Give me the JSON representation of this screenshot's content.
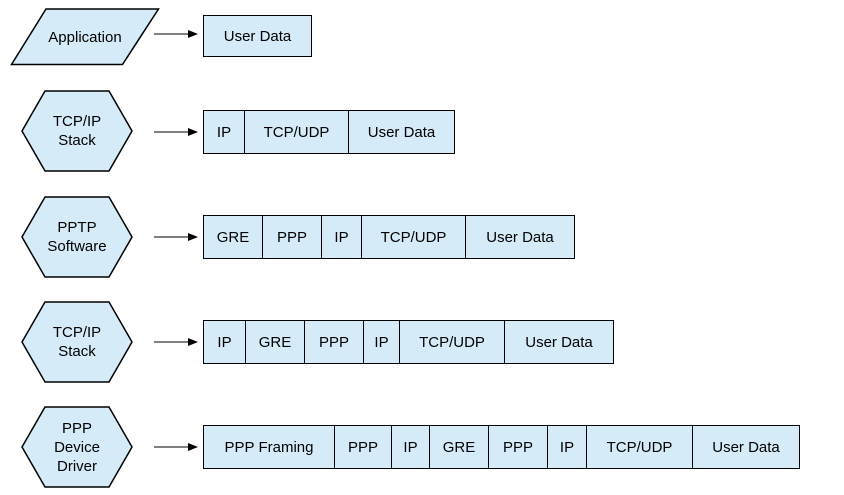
{
  "diagram": {
    "colors": {
      "shape_fill": "#d6ebf8",
      "shape_stroke": "#000000",
      "box_fill": "#d6ebf8",
      "text": "#000000",
      "background": "#ffffff"
    },
    "rows": [
      {
        "shape": "parallelogram",
        "label_lines": [
          "Application"
        ],
        "boxes": [
          "User Data"
        ]
      },
      {
        "shape": "hexagon",
        "label_lines": [
          "TCP/IP",
          "Stack"
        ],
        "boxes": [
          "IP",
          "TCP/UDP",
          "User Data"
        ]
      },
      {
        "shape": "hexagon",
        "label_lines": [
          "PPTP",
          "Software"
        ],
        "boxes": [
          "GRE",
          "PPP",
          "IP",
          "TCP/UDP",
          "User Data"
        ]
      },
      {
        "shape": "hexagon",
        "label_lines": [
          "TCP/IP",
          "Stack"
        ],
        "boxes": [
          "IP",
          "GRE",
          "PPP",
          "IP",
          "TCP/UDP",
          "User Data"
        ]
      },
      {
        "shape": "hexagon",
        "label_lines": [
          "PPP",
          "Device",
          "Driver"
        ],
        "boxes": [
          "PPP Framing",
          "PPP",
          "IP",
          "GRE",
          "PPP",
          "IP",
          "TCP/UDP",
          "User Data"
        ]
      }
    ]
  }
}
